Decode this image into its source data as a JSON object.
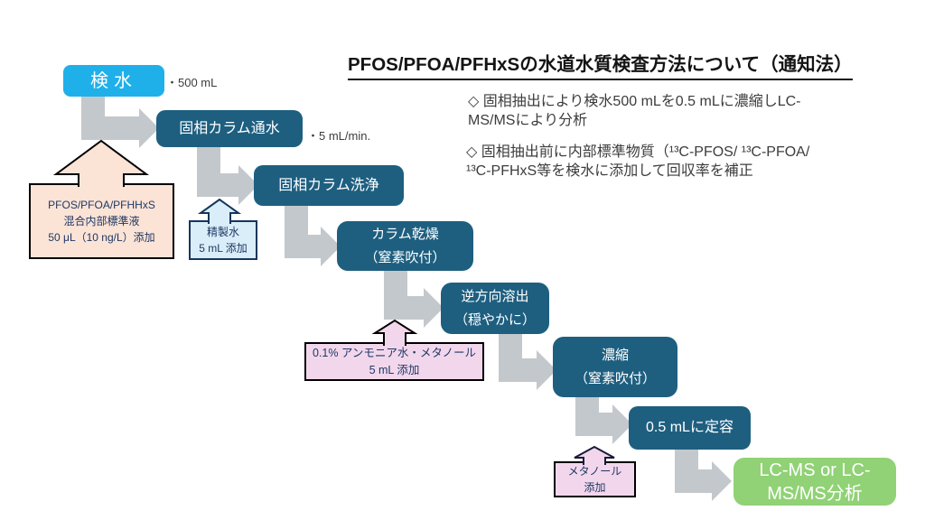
{
  "slide": {
    "title": "PFOS/PFOA/PFHxSの水道水質検査方法について（通知法）",
    "notes": [
      "◇ 固相抽出により検水500 mLを0.5 mLに濃縮しLC-\nMS/MSにより分析",
      "◇ 固相抽出前に内部標準物質（¹³C-PFOS/ ¹³C-PFOA/\n¹³C-PFHxS等を検水に添加して回収率を補正"
    ],
    "steps": [
      {
        "id": "sample",
        "label": "検水",
        "note": "・500 mL"
      },
      {
        "id": "column-load",
        "label": "固相カラム通水",
        "note": "・5 mL/min."
      },
      {
        "id": "column-wash",
        "label": "固相カラム洗浄"
      },
      {
        "id": "column-dry",
        "label": "カラム乾燥\n（窒素吹付）"
      },
      {
        "id": "reverse-elution",
        "label": "逆方向溶出\n（穏やかに）"
      },
      {
        "id": "concentration",
        "label": "濃縮\n（窒素吹付）"
      },
      {
        "id": "constant-volume",
        "label": "0.5 mLに定容"
      },
      {
        "id": "lcms-analysis",
        "label": "LC-MS or LC-\nMS/MS分析"
      }
    ],
    "reagents": [
      {
        "id": "internal-standard",
        "text": "PFOS/PFOA/PFHHxS\n混合内部標準液\n50 μL（10 ng/L）添加"
      },
      {
        "id": "purified-water",
        "text": "精製水\n5 mL 添加"
      },
      {
        "id": "ammonia-methanol",
        "text": "0.1% アンモニア水・メタノール\n5 mL 添加"
      },
      {
        "id": "methanol",
        "text": "メタノール\n添加"
      }
    ],
    "colors": {
      "sample_box": "#1FB0EA",
      "process_box": "#1E5F80",
      "analysis_box": "#90D275",
      "internal_standard_box": "#FBE3D6",
      "purified_water_box": "#D9EEF8",
      "reagent_pink_box": "#F2D7EC",
      "arrow_gray": "#C3C8CD",
      "annotation_text": "#1F3864"
    }
  }
}
